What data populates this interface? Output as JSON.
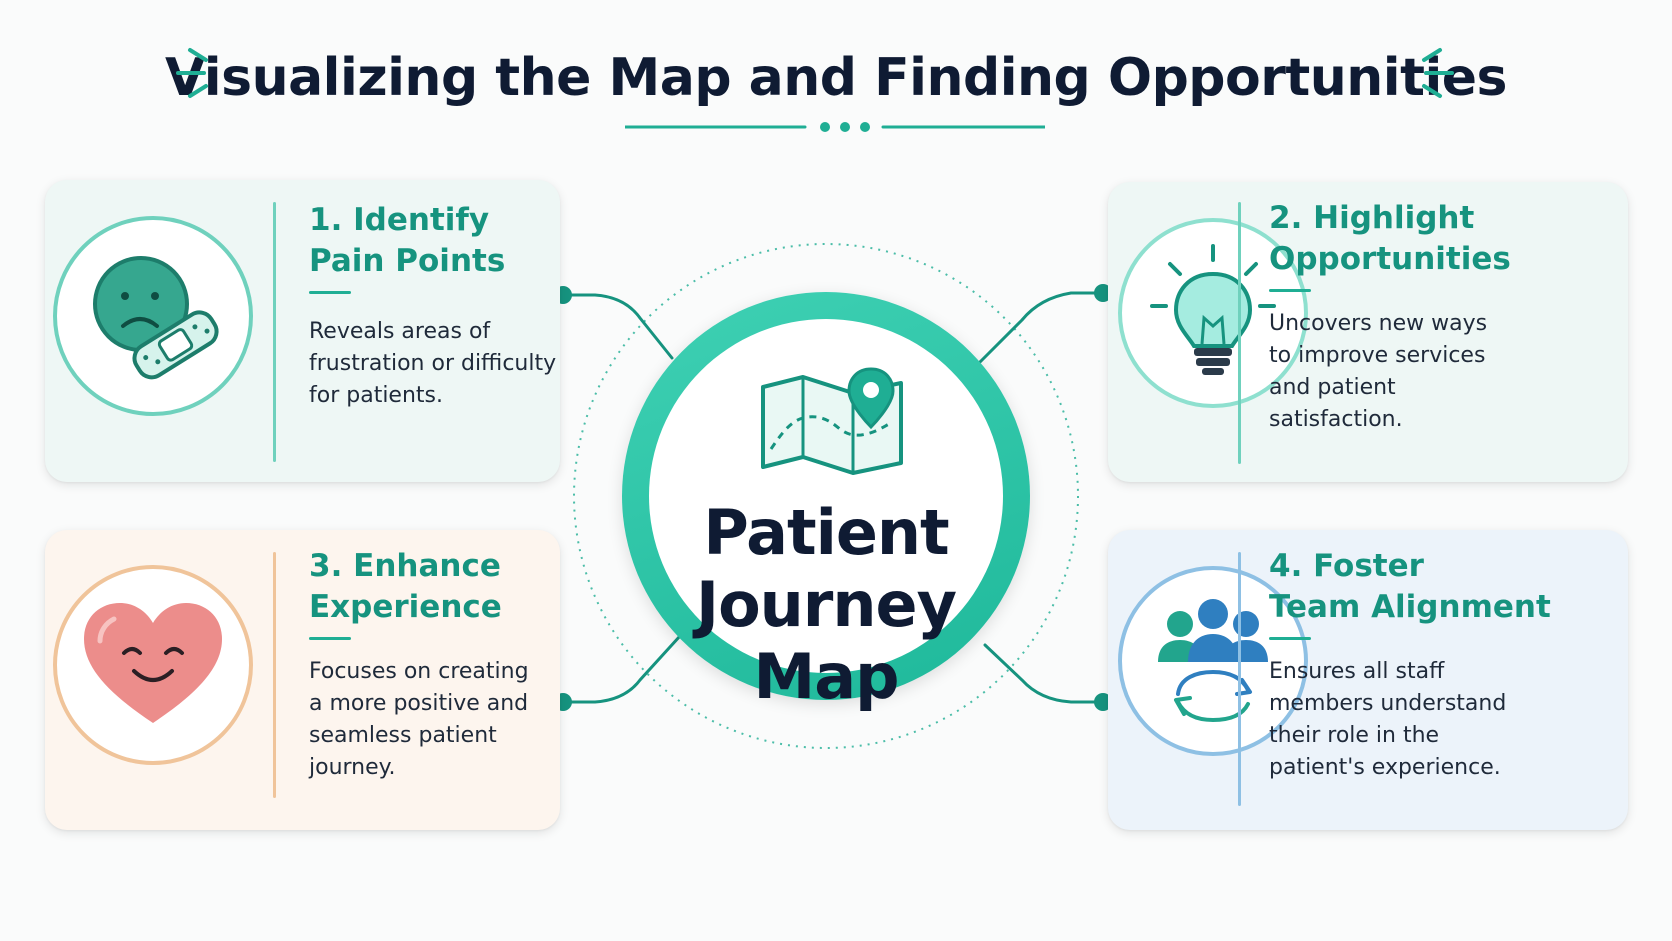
{
  "title": "Visualizing the Map and Finding Opportunities",
  "colors": {
    "teal": "#1fae94",
    "teal_dark": "#16937f",
    "navy": "#0f1b33",
    "peach": "#e8b07f",
    "blue": "#3f8dc4"
  },
  "center": {
    "title": "Patient\nJourney\nMap",
    "icon": "map-pin-icon"
  },
  "cards": [
    {
      "title": "1. Identify\nPain Points",
      "text": "Reveals areas of\nfrustration or difficulty\nfor patients.",
      "icon": "sad-face-bandage-icon"
    },
    {
      "title": "2. Highlight\nOpportunities",
      "text": "Uncovers new ways\nto improve services\nand patient\nsatisfaction.",
      "icon": "lightbulb-icon"
    },
    {
      "title": "3. Enhance\nExperience",
      "text": "Focuses on creating\na more positive and\nseamless patient\njourney.",
      "icon": "smiling-heart-icon"
    },
    {
      "title": "4. Foster\nTeam Alignment",
      "text": "Ensures all staff\nmembers understand\ntheir role in the\npatient's experience.",
      "icon": "team-cycle-icon"
    }
  ]
}
